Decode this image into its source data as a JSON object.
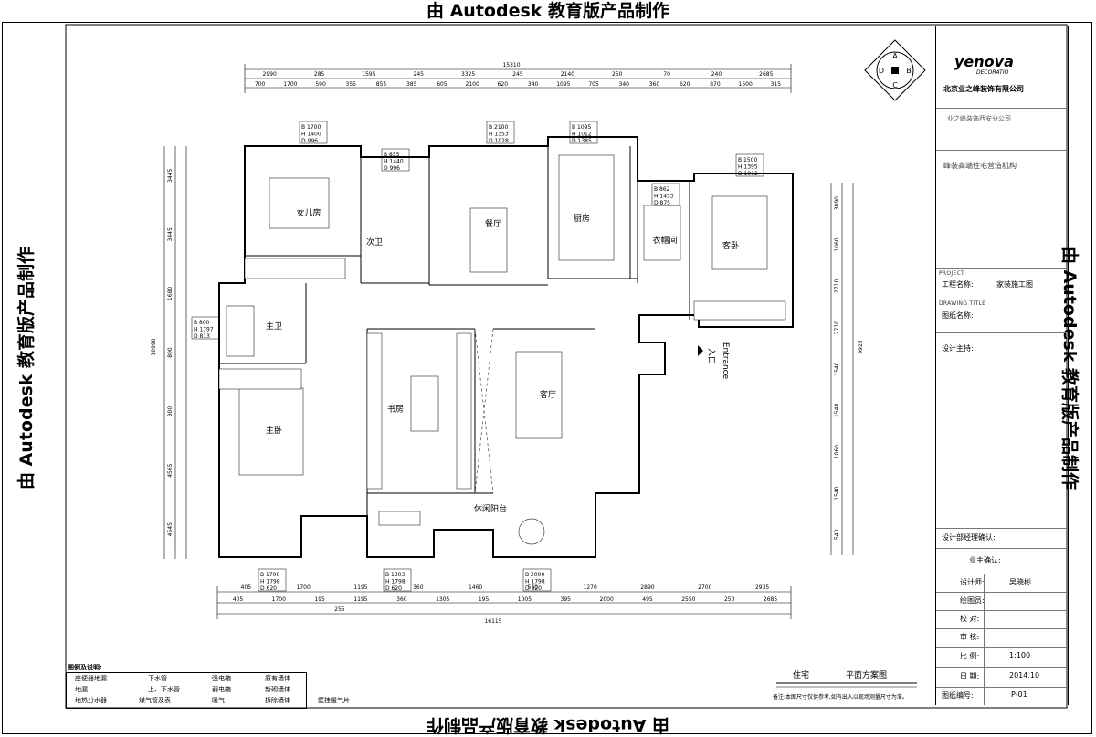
{
  "watermark": "由 Autodesk 教育版产品制作",
  "title_block": {
    "brand": "yenova",
    "brand_sub": "DECORATIO",
    "company": "北京业之峰装饰有限公司",
    "branch": "业之峰装饰西安分公司",
    "org": "峰装高端住宅营造机构",
    "project_label": "PROJECT",
    "project_name_label": "工程名称:",
    "project_name": "家装施工图",
    "drawing_title_label": "DRAWING TITLE",
    "drawing_name_label": "图纸名称:",
    "designer_note_label": "设计主持:",
    "manager_confirm": "设计部经理确认:",
    "owner_confirm": "业主确认:",
    "designer_label": "设计师:",
    "designer": "吴晓彬",
    "drafter_label": "绘图员:",
    "proof_label": "校 对:",
    "review_label": "审 核:",
    "scale_label": "比 例:",
    "scale": "1:100",
    "date_label": "日 期:",
    "date": "2014.10",
    "drawing_no_label": "图纸编号:",
    "drawing_no": "P-01"
  },
  "footer": {
    "house_type": "住宅",
    "plan_name": "平面方案图",
    "note": "备注:本图尺寸仅供参考,如有出入以现场测量尺寸为准。"
  },
  "legend": {
    "title": "图例及说明:",
    "items": [
      "座便器地漏",
      "下水管",
      "强电箱",
      "原有墙体",
      "地漏",
      "上、下水管",
      "弱电箱",
      "新砌墙体",
      "地热分水器",
      "煤气管及表",
      "暖气",
      "拆除墙体",
      "壁挂暖气片"
    ]
  },
  "rooms": {
    "girl_room": "女儿房",
    "second_bath": "次卫",
    "dining": "餐厅",
    "kitchen": "厨房",
    "storage": "衣帽间",
    "guest_room": "客卧",
    "master_bath": "主卫",
    "master_bed": "主卧",
    "study": "书房",
    "living": "客厅",
    "balcony": "休闲阳台",
    "entrance_cn": "入口",
    "entrance_en": "Entrance"
  },
  "dims": {
    "top_total": "15310",
    "top_row1": [
      "2990",
      "285",
      "1595",
      "245",
      "3325",
      "245",
      "2140",
      "250",
      "70",
      "240",
      "2685"
    ],
    "top_row2": [
      "700",
      "1700",
      "590",
      "355",
      "855",
      "385",
      "605",
      "2100",
      "620",
      "340",
      "1095",
      "705",
      "340",
      "360",
      "620",
      "870",
      "1500",
      "315"
    ],
    "bottom_row1": [
      "405",
      "1700",
      "1195",
      "360",
      "1460",
      "560",
      "1270",
      "2890",
      "2700",
      "2935"
    ],
    "bottom_row2": [
      "405",
      "1700",
      "195",
      "1195",
      "360",
      "1305",
      "195",
      "1005",
      "395",
      "2000",
      "495",
      "2550",
      "250",
      "2685"
    ],
    "bottom_sub": "255",
    "bottom_total": "16115",
    "left_total": "10990",
    "left_rows": [
      "3445",
      "3445",
      "1680",
      "800",
      "800",
      "4565",
      "4545"
    ],
    "right_total": "9925",
    "right_rows": [
      "3890",
      "1060",
      "2710",
      "2710",
      "1540",
      "1540",
      "1060",
      "1540",
      "540"
    ]
  },
  "windows": [
    {
      "b": "B 1700",
      "h": "H 1400",
      "d": "D 996"
    },
    {
      "b": "B 855",
      "h": "H 1440",
      "d": "D 996"
    },
    {
      "b": "B 2100",
      "h": "H 1353",
      "d": "D 1028"
    },
    {
      "b": "B 1095",
      "h": "H 1012",
      "d": "D 1385"
    },
    {
      "b": "B 1500",
      "h": "H 1395",
      "d": "D 1012"
    },
    {
      "b": "B 862",
      "h": "H 1453",
      "d": "D 875"
    },
    {
      "b": "B 800",
      "h": "H 1797",
      "d": "D 813"
    },
    {
      "b": "B 1700",
      "h": "H 1798",
      "d": "D 620"
    },
    {
      "b": "B 1303",
      "h": "H 1798",
      "d": "D 620"
    },
    {
      "b": "B 2000",
      "h": "H 1798",
      "d": "D 620"
    }
  ]
}
